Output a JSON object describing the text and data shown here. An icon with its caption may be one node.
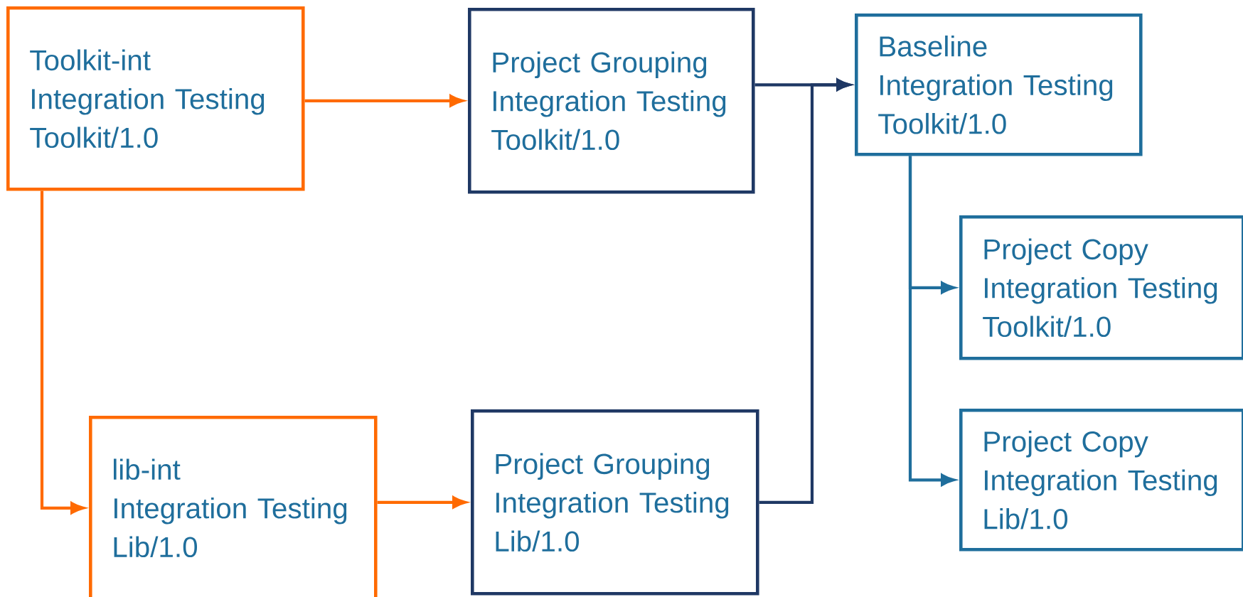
{
  "diagram": {
    "nodes": [
      {
        "text": [
          "Toolkit-int",
          "Integration Testing",
          "Toolkit/1.0"
        ]
      },
      {
        "text": [
          "Project Grouping",
          "Integration Testing",
          "Toolkit/1.0"
        ]
      },
      {
        "text": [
          "Baseline",
          "Integration Testing",
          "Toolkit/1.0"
        ]
      },
      {
        "text": [
          "lib-int",
          "Integration Testing",
          "Lib/1.0"
        ]
      },
      {
        "text": [
          "Project Grouping",
          "Integration Testing",
          "Lib/1.0"
        ]
      },
      {
        "text": [
          "Project Copy",
          "Integration Testing",
          "Toolkit/1.0"
        ]
      },
      {
        "text": [
          "Project Copy",
          "Integration Testing",
          "Lib/1.0"
        ]
      }
    ],
    "edges": [
      {
        "from": 0,
        "to": 1,
        "arrow": "to"
      },
      {
        "from": 0,
        "to": 3,
        "arrow": "to"
      },
      {
        "from": 3,
        "to": 4,
        "arrow": "to"
      },
      {
        "from": 1,
        "to": 2,
        "arrow": "to",
        "color": "#1f3864"
      },
      {
        "from": 4,
        "to": 2,
        "arrow": "to",
        "color": "#1f3864"
      },
      {
        "from": 2,
        "to": 5,
        "arrow": "to",
        "color": "#1f6e9c"
      },
      {
        "from": 2,
        "to": 6,
        "arrow": "to",
        "color": "#1f6e9c"
      }
    ]
  }
}
